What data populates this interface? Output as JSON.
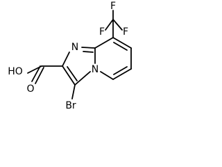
{
  "structure": {
    "atoms": {
      "F_top": "F",
      "F_left": "F",
      "F_right": "F",
      "N_imine": "N",
      "N_bridge": "N",
      "O_carbonyl": "O",
      "OH": "HO",
      "Br": "Br"
    }
  }
}
